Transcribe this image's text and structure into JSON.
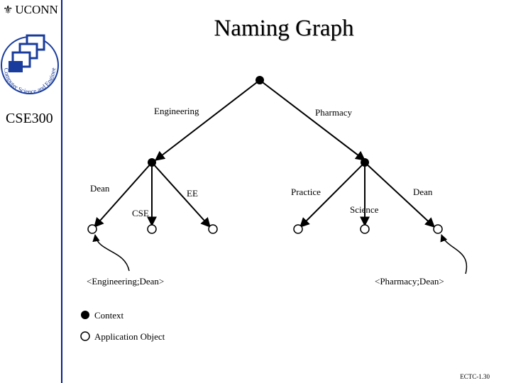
{
  "slide": {
    "brand": "UCONN",
    "course": "CSE300",
    "title": "Naming Graph",
    "footer": "ECTC-1.30"
  },
  "logo": {
    "ring_text": "Computer Science and Engineering"
  },
  "graph": {
    "edge_labels": {
      "engineering": "Engineering",
      "pharmacy": "Pharmacy",
      "dean_left": "Dean",
      "ee": "EE",
      "cse": "CSE",
      "practice": "Practice",
      "dean_right": "Dean",
      "science": "Science"
    },
    "name_labels": {
      "left": "<Engineering;Dean>",
      "right": "<Pharmacy;Dean>"
    }
  },
  "legend": {
    "context": "Context",
    "application_object": "Application Object"
  },
  "colors": {
    "sidebar_accent": "#0a1f86",
    "logo_blue": "#1a3c9c",
    "node": "#000000"
  }
}
